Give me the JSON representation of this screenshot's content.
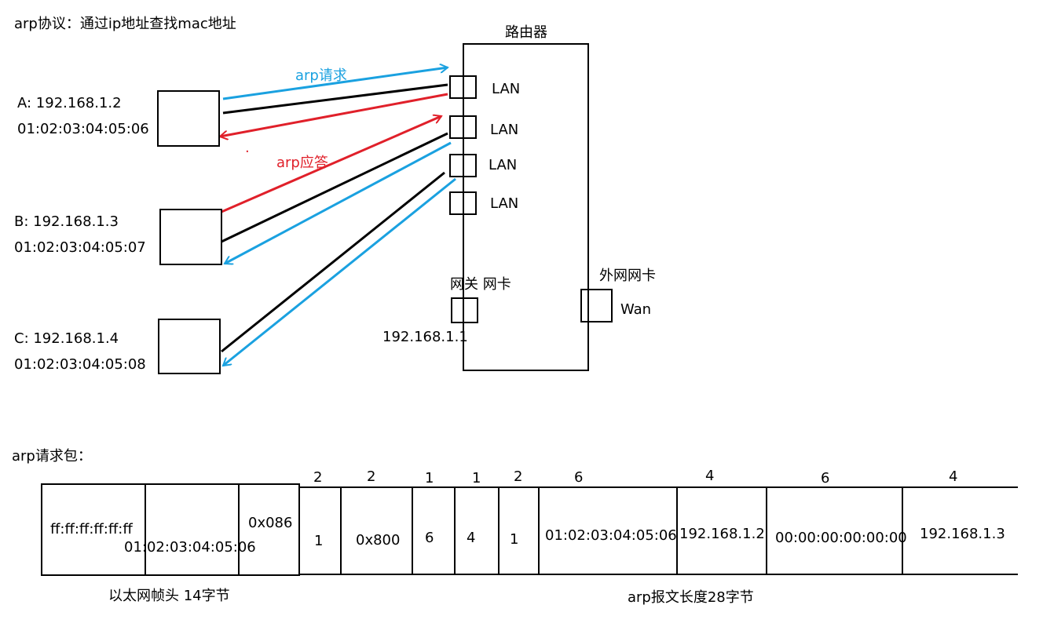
{
  "heading": "arp协议：通过ip地址查找mac地址",
  "router": {
    "title": "路由器",
    "lan_ports": [
      "LAN",
      "LAN",
      "LAN",
      "LAN"
    ],
    "gateway_label": "网关 网卡",
    "gateway_ip": "192.168.1.1",
    "wan_title": "外网网卡",
    "wan_label": "Wan"
  },
  "hosts": [
    {
      "ip_label": "A: 192.168.1.2",
      "mac": "01:02:03:04:05:06"
    },
    {
      "ip_label": "B: 192.168.1.3",
      "mac": "01:02:03:04:05:07"
    },
    {
      "ip_label": "C: 192.168.1.4",
      "mac": "01:02:03:04:05:08"
    }
  ],
  "annotations": {
    "request": "arp请求",
    "reply": "arp应答",
    "dot": "."
  },
  "colors": {
    "request": "#1aa1e0",
    "reply": "#e0202a",
    "line": "#000000"
  },
  "packet": {
    "title": "arp请求包：",
    "ethernet": {
      "dest_mac": "ff:ff:ff:ff:ff:ff",
      "src_mac": "01:02:03:04:05:06",
      "type": "0x086",
      "caption": "以太网帧头 14字节"
    },
    "arp": {
      "sizes": [
        "2",
        "2",
        "1",
        "1",
        "2",
        "6",
        "4",
        "6",
        "4"
      ],
      "values": [
        "1",
        "0x800",
        "6",
        "4",
        "1",
        "01:02:03:04:05:06",
        "192.168.1.2",
        "00:00:00:00:00:00",
        "192.168.1.3"
      ],
      "caption": "arp报文长度28字节"
    }
  }
}
